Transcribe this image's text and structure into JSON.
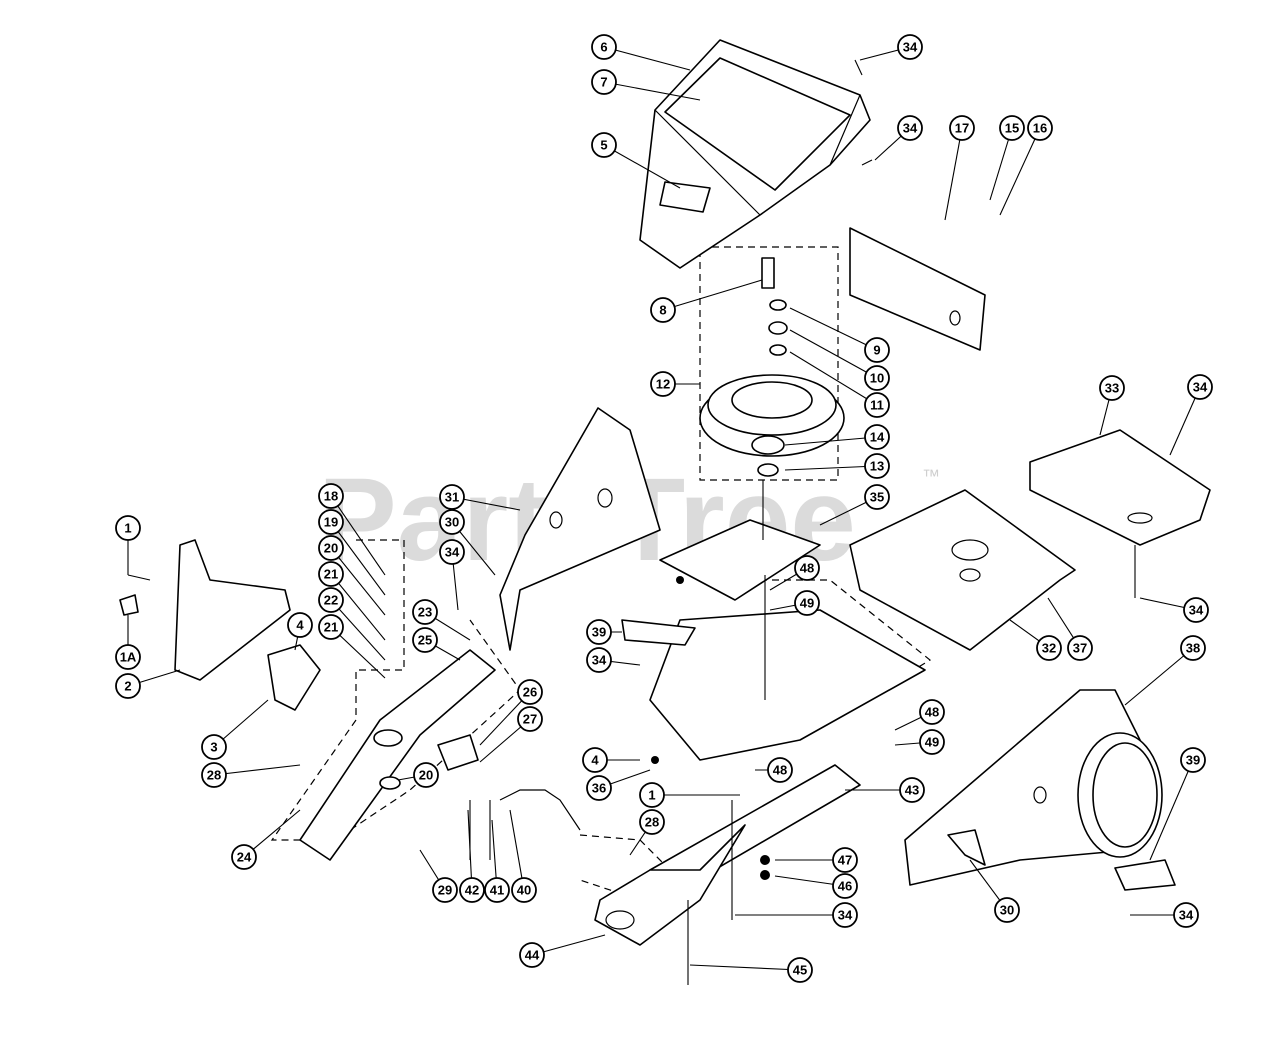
{
  "watermark": {
    "brand": "PartsTree",
    "trademark": "™"
  },
  "callouts": [
    {
      "id": "c-1a",
      "label": "1"
    },
    {
      "id": "c-1b",
      "label": "1"
    },
    {
      "id": "c-1A",
      "label": "1A"
    },
    {
      "id": "c-2",
      "label": "2"
    },
    {
      "id": "c-3",
      "label": "3"
    },
    {
      "id": "c-4a",
      "label": "4"
    },
    {
      "id": "c-4b",
      "label": "4"
    },
    {
      "id": "c-5",
      "label": "5"
    },
    {
      "id": "c-6",
      "label": "6"
    },
    {
      "id": "c-7",
      "label": "7"
    },
    {
      "id": "c-8",
      "label": "8"
    },
    {
      "id": "c-9",
      "label": "9"
    },
    {
      "id": "c-10",
      "label": "10"
    },
    {
      "id": "c-11",
      "label": "11"
    },
    {
      "id": "c-12",
      "label": "12"
    },
    {
      "id": "c-13",
      "label": "13"
    },
    {
      "id": "c-14",
      "label": "14"
    },
    {
      "id": "c-15",
      "label": "15"
    },
    {
      "id": "c-16",
      "label": "16"
    },
    {
      "id": "c-17",
      "label": "17"
    },
    {
      "id": "c-18",
      "label": "18"
    },
    {
      "id": "c-19",
      "label": "19"
    },
    {
      "id": "c-20a",
      "label": "20"
    },
    {
      "id": "c-20b",
      "label": "20"
    },
    {
      "id": "c-21a",
      "label": "21"
    },
    {
      "id": "c-21b",
      "label": "21"
    },
    {
      "id": "c-22",
      "label": "22"
    },
    {
      "id": "c-23",
      "label": "23"
    },
    {
      "id": "c-24",
      "label": "24"
    },
    {
      "id": "c-25",
      "label": "25"
    },
    {
      "id": "c-26",
      "label": "26"
    },
    {
      "id": "c-27",
      "label": "27"
    },
    {
      "id": "c-28a",
      "label": "28"
    },
    {
      "id": "c-28b",
      "label": "28"
    },
    {
      "id": "c-29",
      "label": "29"
    },
    {
      "id": "c-30a",
      "label": "30"
    },
    {
      "id": "c-30b",
      "label": "30"
    },
    {
      "id": "c-31",
      "label": "31"
    },
    {
      "id": "c-32",
      "label": "32"
    },
    {
      "id": "c-33",
      "label": "33"
    },
    {
      "id": "c-34a",
      "label": "34"
    },
    {
      "id": "c-34b",
      "label": "34"
    },
    {
      "id": "c-34c",
      "label": "34"
    },
    {
      "id": "c-34d",
      "label": "34"
    },
    {
      "id": "c-34e",
      "label": "34"
    },
    {
      "id": "c-34f",
      "label": "34"
    },
    {
      "id": "c-34g",
      "label": "34"
    },
    {
      "id": "c-34h",
      "label": "34"
    },
    {
      "id": "c-35",
      "label": "35"
    },
    {
      "id": "c-36",
      "label": "36"
    },
    {
      "id": "c-37",
      "label": "37"
    },
    {
      "id": "c-38",
      "label": "38"
    },
    {
      "id": "c-39a",
      "label": "39"
    },
    {
      "id": "c-39b",
      "label": "39"
    },
    {
      "id": "c-40",
      "label": "40"
    },
    {
      "id": "c-41",
      "label": "41"
    },
    {
      "id": "c-42",
      "label": "42"
    },
    {
      "id": "c-43",
      "label": "43"
    },
    {
      "id": "c-44",
      "label": "44"
    },
    {
      "id": "c-45",
      "label": "45"
    },
    {
      "id": "c-46",
      "label": "46"
    },
    {
      "id": "c-47",
      "label": "47"
    },
    {
      "id": "c-48a",
      "label": "48"
    },
    {
      "id": "c-48b",
      "label": "48"
    },
    {
      "id": "c-48c",
      "label": "48"
    },
    {
      "id": "c-49a",
      "label": "49"
    },
    {
      "id": "c-49b",
      "label": "49"
    }
  ]
}
